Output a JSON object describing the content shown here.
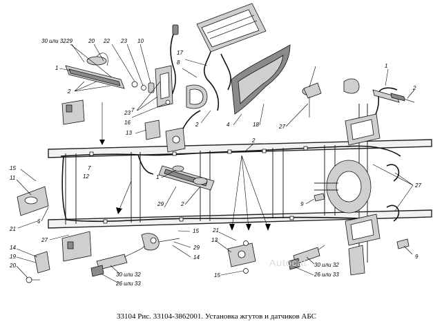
{
  "caption": "33104 Рис. 33104-3862001. Установка жгутов и датчиков АБС",
  "watermark": "Autocat",
  "callouts": {
    "c30or32_top": "30 или 32",
    "c29_top": "29",
    "c20_top": "20",
    "c22_top": "22",
    "c23_top": "23",
    "c10_top": "10",
    "c1_top": "1",
    "c2_top": "2",
    "c7_top": "7",
    "c23_mid": "23",
    "c16": "16",
    "c13_mid": "13",
    "c17": "17",
    "c8": "8",
    "c2_mid": "2",
    "c4": "4",
    "c18": "18",
    "c27_top": "27",
    "c1_right": "1",
    "c2_right": "2",
    "c2_center": "2",
    "c7_left": "7",
    "c12": "12",
    "c15_left": "15",
    "c11": "11",
    "c6": "6",
    "c21_left": "21",
    "c27_left": "27",
    "c14_left": "14",
    "c19": "19",
    "c20_left": "20",
    "c1_center": "1",
    "c29_center": "29",
    "c2_center2": "2",
    "c15_mid": "15",
    "c29_mid": "29",
    "c14_mid": "14",
    "c30or32_mid": "30 или 32",
    "c26or33_mid": "26 или 33",
    "c21_mid": "21",
    "c13_low": "13",
    "c15_low": "15",
    "c9_mid": "9",
    "c27_right": "27",
    "c9_right": "9",
    "c30or32_right": "30 или 32",
    "c26or33_right": "26 или 33"
  }
}
